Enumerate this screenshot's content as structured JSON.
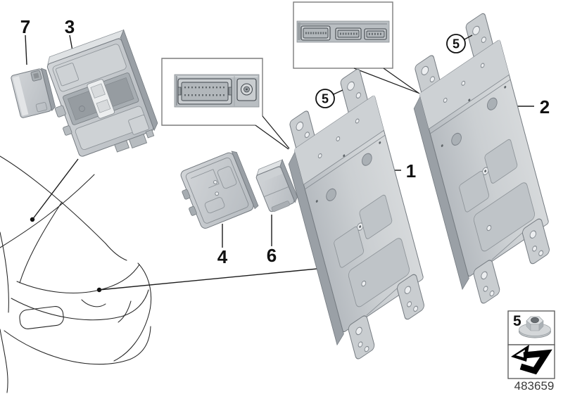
{
  "footer": {
    "drawing_number": "483659"
  },
  "part_labels": {
    "p1": "1",
    "p2": "2",
    "p3": "3",
    "p4": "4",
    "p6": "6",
    "p7": "7"
  },
  "fastener_callouts": {
    "bracket1": "5",
    "bracket2": "5",
    "legend": "5"
  },
  "legend": {
    "fastener_icon": "flanged-collar-nut",
    "direction_icon": "bent-direction-arrow"
  },
  "colors": {
    "background": "#ffffff",
    "part_gray": "#c6cacd",
    "part_gray_dark": "#9aa0a6",
    "panel_gray": "#b9bec2",
    "outline_gray": "#757b81",
    "line_black": "#1c1c1c",
    "text_black": "#111111",
    "footer_gray": "#3a3a3a"
  }
}
